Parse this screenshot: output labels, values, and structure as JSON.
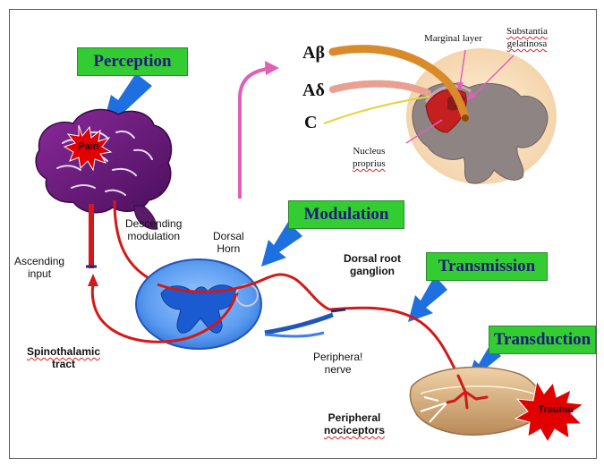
{
  "stages": {
    "perception": "Perception",
    "modulation": "Modulation",
    "transmission": "Transmission",
    "transduction": "Transduction"
  },
  "fibers": {
    "a_beta": "Aβ",
    "a_delta": "Aδ",
    "c": "C"
  },
  "labels": {
    "marginal_layer": "Marginal layer",
    "substantia_line1": "Substantia",
    "substantia_line2": "gelatinosa",
    "nucleus_line1": "Nucleus",
    "nucleus_line2": "proprius",
    "pain": "Pain",
    "trauma": "Trauma",
    "descending_line1": "Descending",
    "descending_line2": "modulation",
    "dorsal_horn_line1": "Dorsal",
    "dorsal_horn_line2": "Horn",
    "drg_line1": "Dorsal root",
    "drg_line2": "ganglion",
    "ascending_line1": "Ascending",
    "ascending_line2": "input",
    "spinothalamic_line1": "Spinothalamic",
    "spinothalamic_line2": "tract",
    "peripheral_nerve_line1": "Periphera!",
    "peripheral_nerve_line2": "nerve",
    "nociceptors_line1": "Peripheral",
    "nociceptors_line2": "nociceptors"
  },
  "colors": {
    "stage_box": "#33cc33",
    "arrow_blue": "#1e6fe0",
    "pathway_red": "#d41818",
    "brain_purple": "#6a1a7a",
    "cord_blue": "#3d7fe6",
    "grey_matter": "#8e8484",
    "pink_arrow": "#e060b8"
  }
}
